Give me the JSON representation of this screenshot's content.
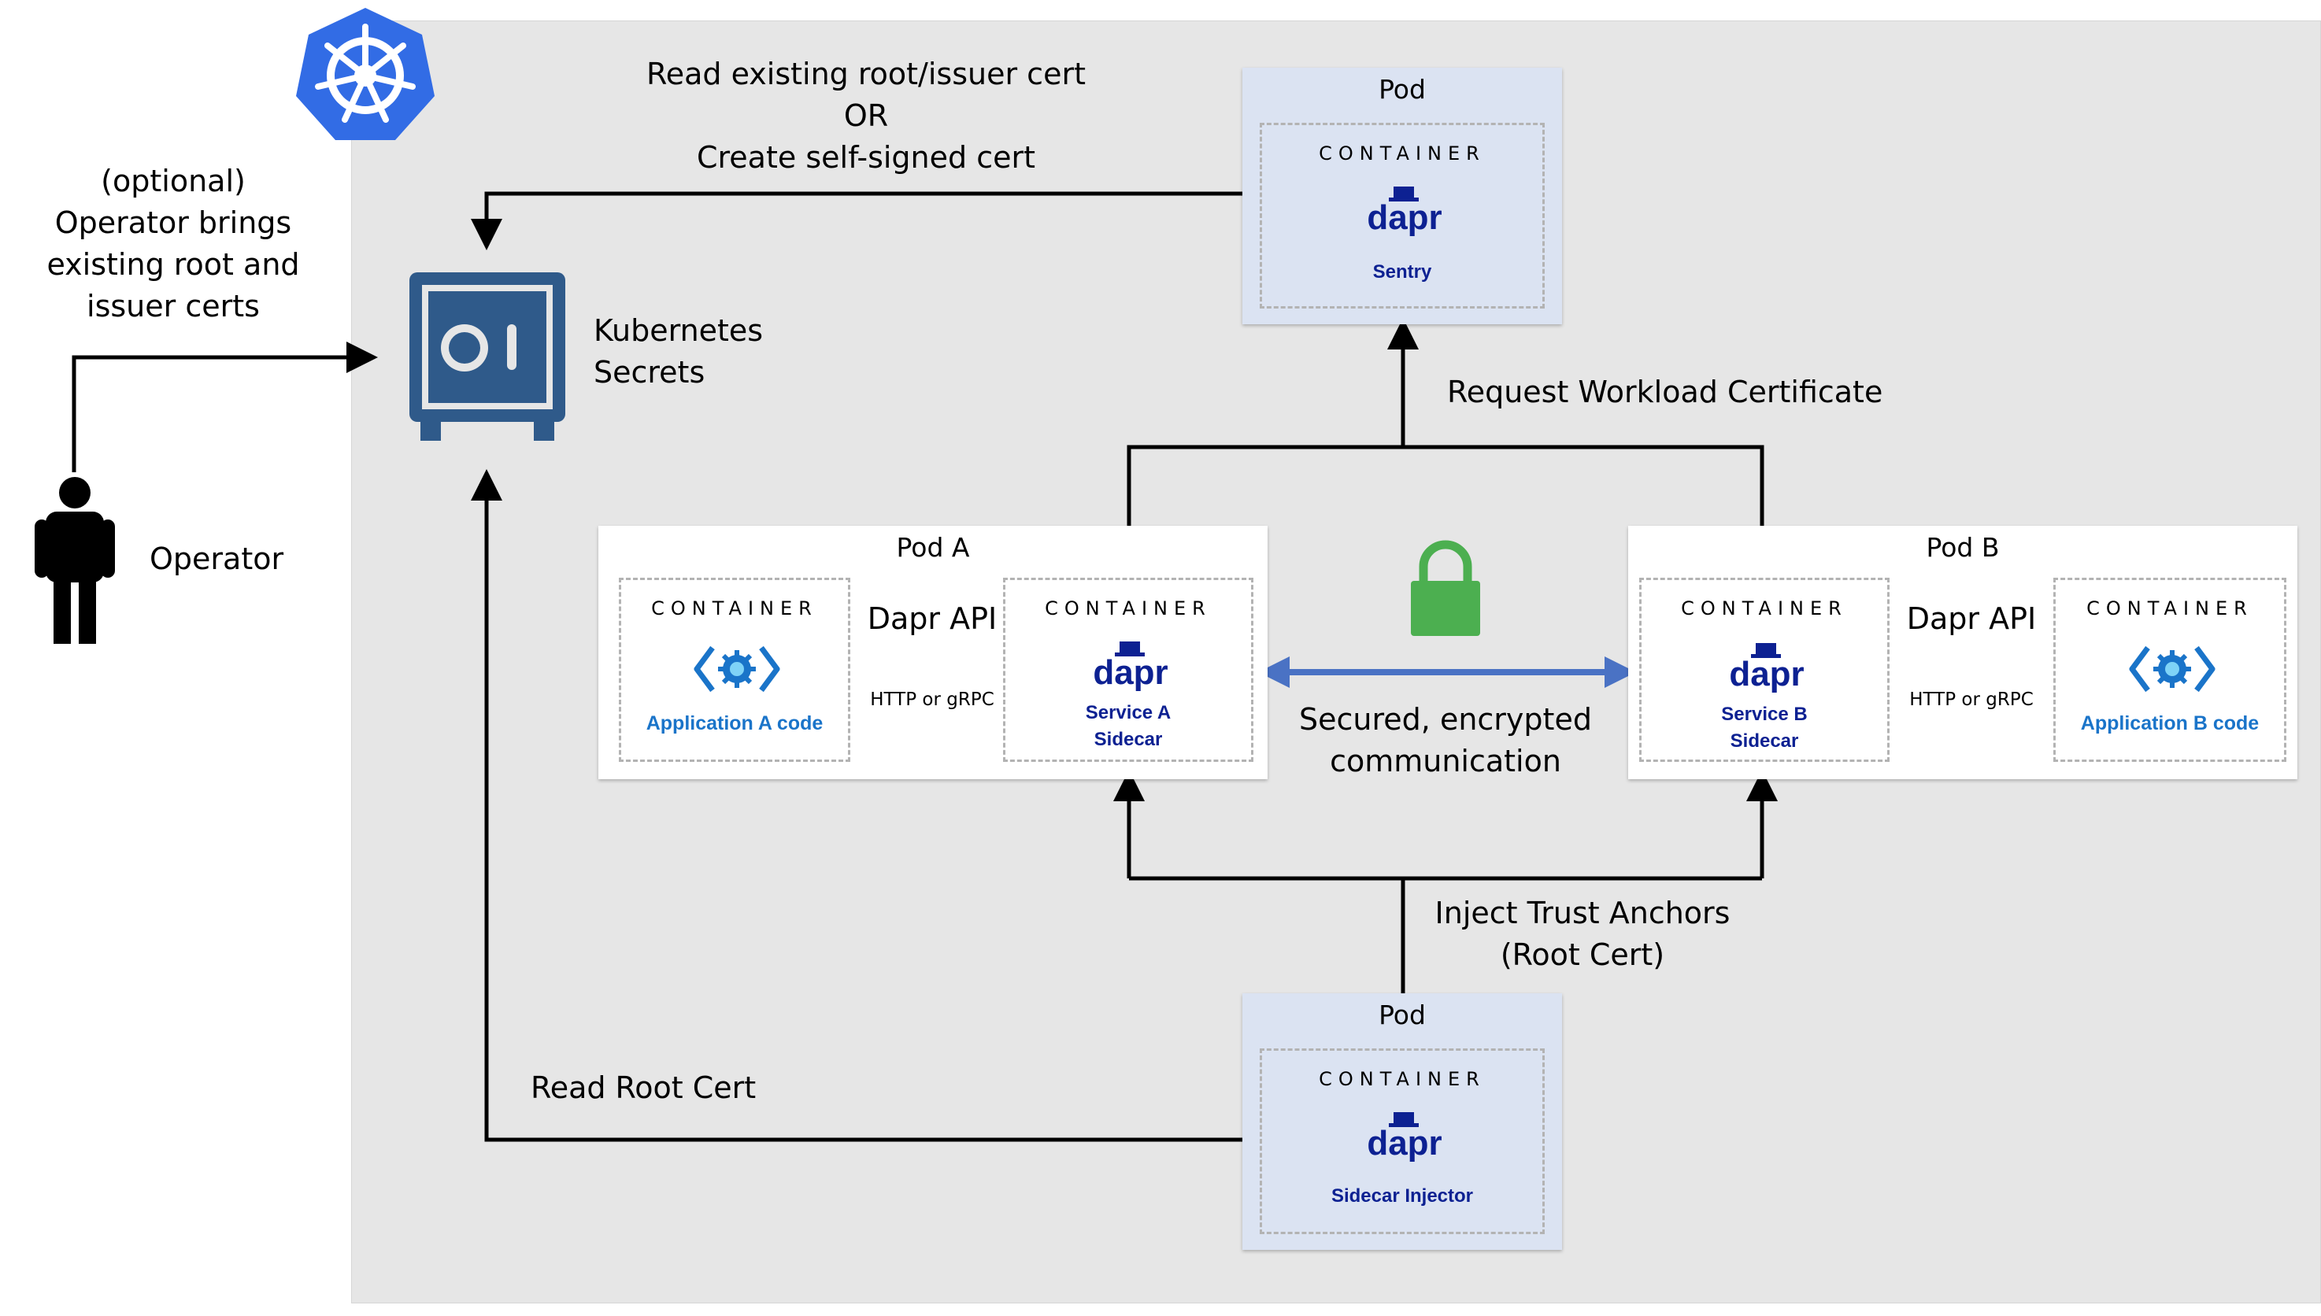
{
  "operator": {
    "note_lines": [
      "(optional)",
      "Operator brings",
      "existing root and",
      "issuer certs"
    ],
    "label": "Operator"
  },
  "secrets": {
    "lines": [
      "Kubernetes",
      "Secrets"
    ]
  },
  "read_cert": {
    "lines": [
      "Read existing root/issuer cert",
      "OR",
      "Create self-signed cert"
    ]
  },
  "sentry_pod": {
    "title": "Pod",
    "container": "CONTAINER",
    "logo": "dapr",
    "caption": "Sentry"
  },
  "request_label": "Request Workload Certificate",
  "pod_a": {
    "title": "Pod A",
    "app_container": "CONTAINER",
    "app_caption": "Application A code",
    "api_title": "Dapr API",
    "api_sub": "HTTP or gRPC",
    "sidecar_container": "CONTAINER",
    "sidecar_logo": "dapr",
    "sidecar_caption_lines": [
      "Service A",
      "Sidecar"
    ]
  },
  "pod_b": {
    "title": "Pod B",
    "sidecar_container": "CONTAINER",
    "sidecar_logo": "dapr",
    "sidecar_caption_lines": [
      "Service B",
      "Sidecar"
    ],
    "api_title": "Dapr API",
    "api_sub": "HTTP or gRPC",
    "app_container": "CONTAINER",
    "app_caption": "Application B code"
  },
  "secure_lines": [
    "Secured, encrypted",
    "communication"
  ],
  "inject_lines": [
    "Inject Trust Anchors",
    "(Root Cert)"
  ],
  "injector_pod": {
    "title": "Pod",
    "container": "CONTAINER",
    "logo": "dapr",
    "caption": "Sidecar Injector"
  },
  "read_root_label": "Read Root Cert",
  "colors": {
    "cluster_bg": "#e6e6e6",
    "k8s_blue": "#326ce5",
    "safe_blue": "#2f5a8a",
    "dapr_navy": "#0d2192",
    "app_blue": "#1a74c9",
    "lock_green": "#4caf50",
    "arrow_blue": "#4a72c4"
  },
  "icons": [
    "kubernetes-icon",
    "safe-icon",
    "person-icon",
    "lock-icon",
    "app-code-icon",
    "dapr-logo"
  ]
}
